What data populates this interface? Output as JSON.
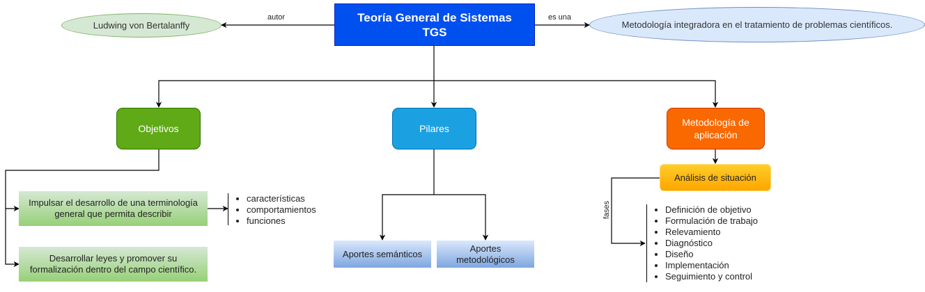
{
  "diagram": {
    "root": {
      "title_line1": "Teoría General de Sistemas",
      "title_line2": "TGS"
    },
    "author": {
      "label": "Ludwing von Bertalanffy",
      "edge_label": "autor"
    },
    "definition": {
      "label": "Metodología integradora en el tratamiento de problemas científicos.",
      "edge_label": "es una"
    },
    "branches": {
      "objetivos": {
        "label": "Objetivos",
        "items": [
          {
            "label": "Impulsar el desarrollo de una terminología general que permita describir",
            "bullets": [
              "características",
              "comportamientos",
              "funciones"
            ]
          },
          {
            "label": "Desarrollar leyes y promover su formalización dentro del campo científico."
          }
        ]
      },
      "pilares": {
        "label": "Pilares",
        "items": [
          {
            "label": "Aportes semánticos"
          },
          {
            "label": "Aportes metodológicos"
          }
        ]
      },
      "metodologia": {
        "label": "Metodología de aplicación",
        "step": {
          "label": "Análisis de situación"
        },
        "edge_label": "fases",
        "phases": [
          "Definición de objetivo",
          "Formulación de trabajo",
          "Relevamiento",
          "Diagnóstico",
          "Diseño",
          "Implementación",
          "Seguimiento y control"
        ]
      }
    }
  },
  "colors": {
    "root": "#0050ef",
    "objetivos": "#60a917",
    "pilares": "#1ba1e2",
    "metodologia": "#fa6800",
    "analisis": "#ffb81c"
  }
}
